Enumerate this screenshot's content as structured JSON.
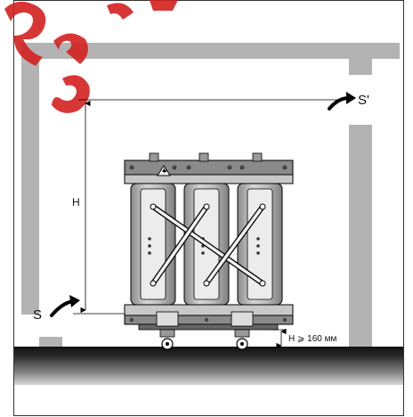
{
  "labels": {
    "height": "H",
    "supply_air": "S",
    "exhaust_air": "S'",
    "min_clearance": "H ⩾ 160 мм"
  },
  "watermark": "Serie",
  "colors": {
    "wall": "#b3b3b3",
    "floor_dark": "#1a1a1a",
    "floor_light": "#cfcfcf",
    "core": "#a9a9a9",
    "frame": "#8a8a8a",
    "ink": "#000000",
    "watermark_red": "#d41f1f"
  },
  "icons": {
    "warning": "high-voltage-warning-icon",
    "airflow": "curved-arrow-icon"
  }
}
